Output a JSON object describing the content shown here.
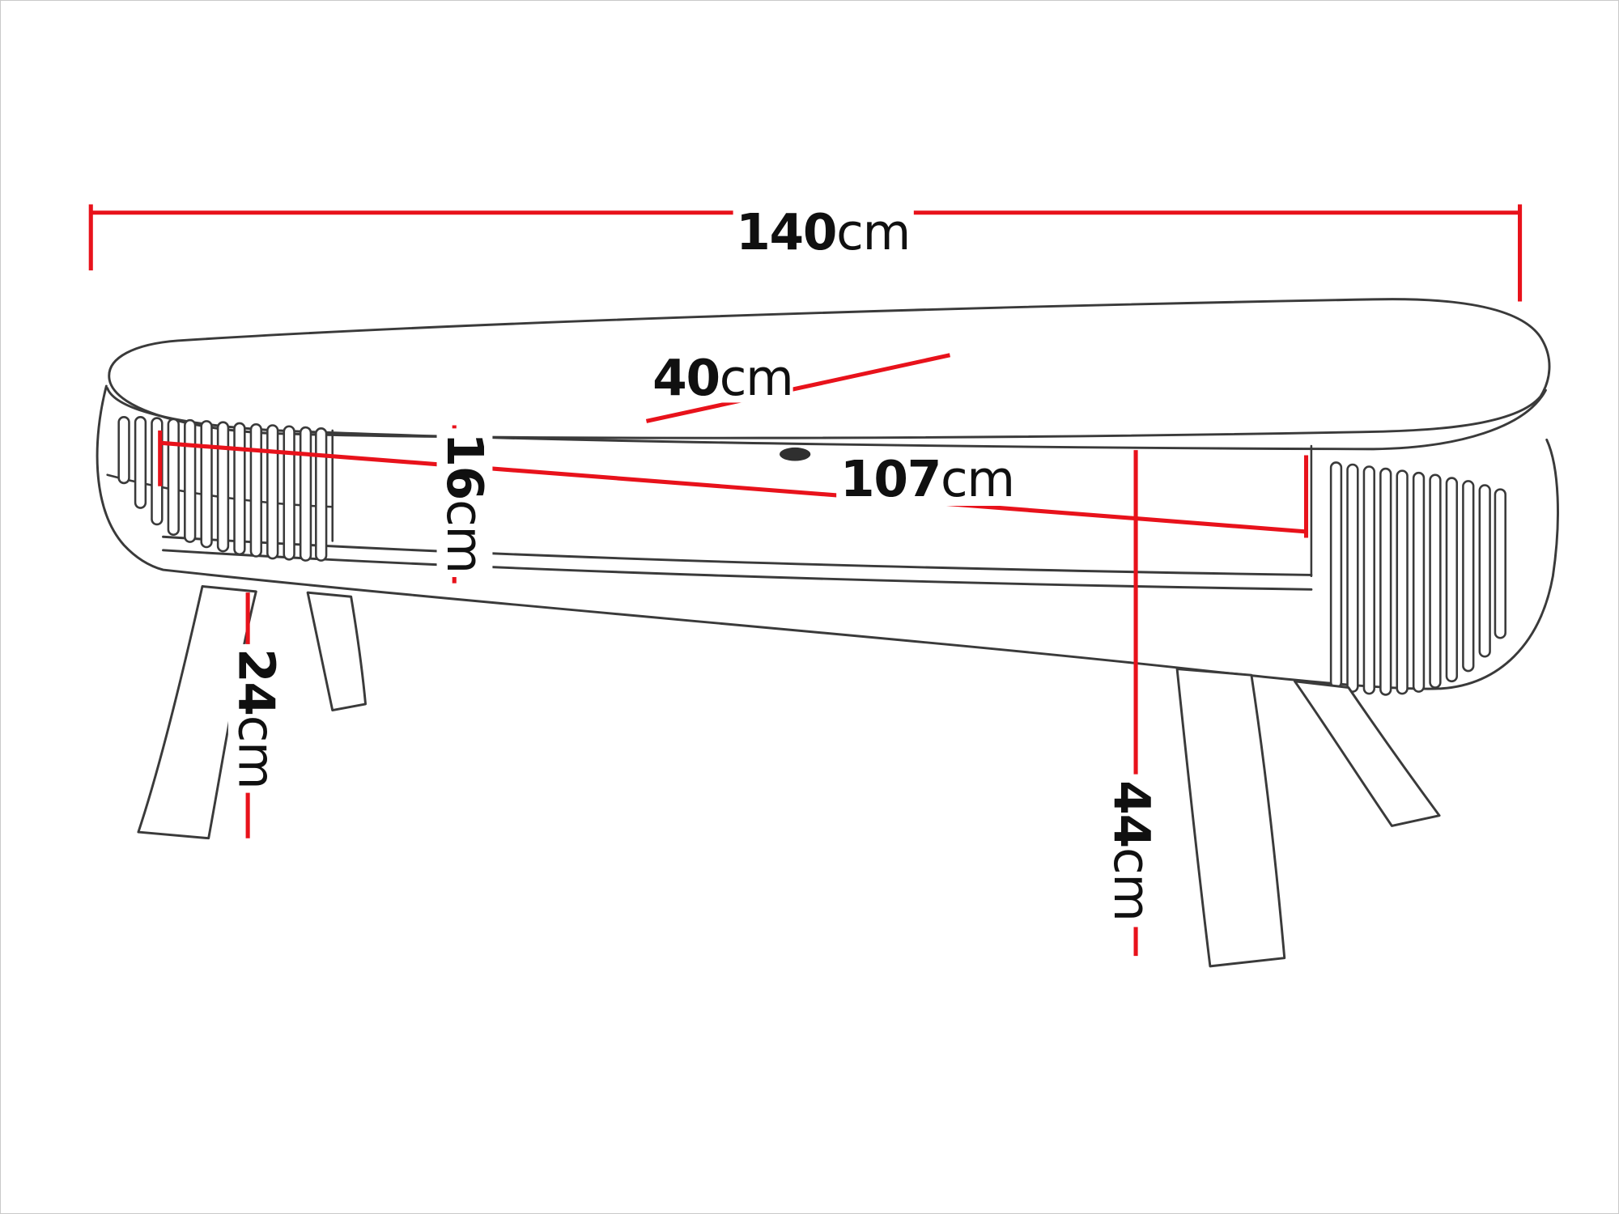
{
  "diagram": {
    "type": "furniture-dimension-drawing",
    "subject": "Oval TV stand with slatted rounded ends, open shelf and splayed legs",
    "colors": {
      "outline": "#3a3a3a",
      "dimension_line": "#e8121b",
      "label_text": "#101010",
      "background": "#ffffff"
    },
    "dimensions": {
      "overall_width": {
        "value": "140",
        "unit": "cm"
      },
      "depth": {
        "value": "40",
        "unit": "cm"
      },
      "shelf_width": {
        "value": "107",
        "unit": "cm"
      },
      "opening_height": {
        "value": "16",
        "unit": "cm"
      },
      "leg_height": {
        "value": "24",
        "unit": "cm"
      },
      "floor_clearance": {
        "value": "44",
        "unit": "cm"
      }
    }
  }
}
